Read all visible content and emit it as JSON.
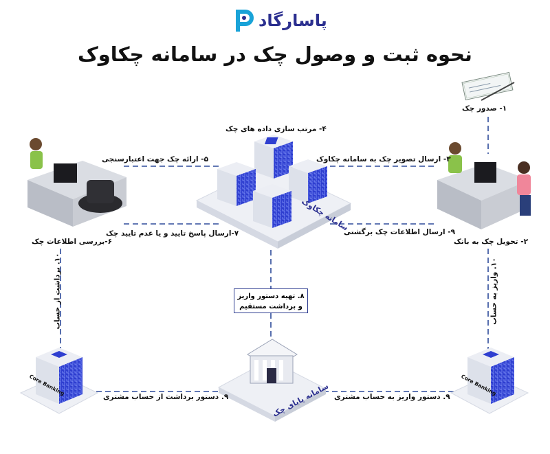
{
  "brand": {
    "logo_text": "پاسارگاد",
    "accent": "#2b2f8f",
    "logo_accent": "#19a3d8"
  },
  "title": "نحوه ثبت و وصول چک در سامانه چکاوک",
  "labels": {
    "issue_check": "۱- صدور چک",
    "deliver_to_bank": "۲- تحویل چک به بانک",
    "send_image": "۳- ارسال تصویر چک به سامانه چکاوک",
    "sort_data": "۴- مرتب سازی داده های چک",
    "credit_check": "۵- ارائه چک جهت اعتبارسنجی",
    "review_check": "۶-بررسی اطلاعات چک",
    "send_response": "۷-ارسال پاسخ تایید و یا عدم تایید چک",
    "prepare_order_line1": "۸. تهیه دستور واریز",
    "prepare_order_line2": "و برداشت مستقیم",
    "return_info": "۹- ارسال اطلاعات چک برگشتی",
    "withdraw_order": "۹. دستور برداشت از حساب مشتری",
    "deposit_order": "۹. دستور واریز به حساب مشتری",
    "withdraw_account": "۱۰. برداشت از حساب",
    "deposit_account": "۱۰. واریز به حساب"
  },
  "platform_labels": {
    "chakavak": "سامانه چکاوک",
    "paya": "سامانه پایای چک"
  },
  "core_banking": "Core Banking",
  "colors": {
    "dashed_line": "#2d4a9a",
    "cube_blue": "#2f3fd0",
    "cube_side": "#dfe3ee",
    "platform": "#eef0f5"
  }
}
